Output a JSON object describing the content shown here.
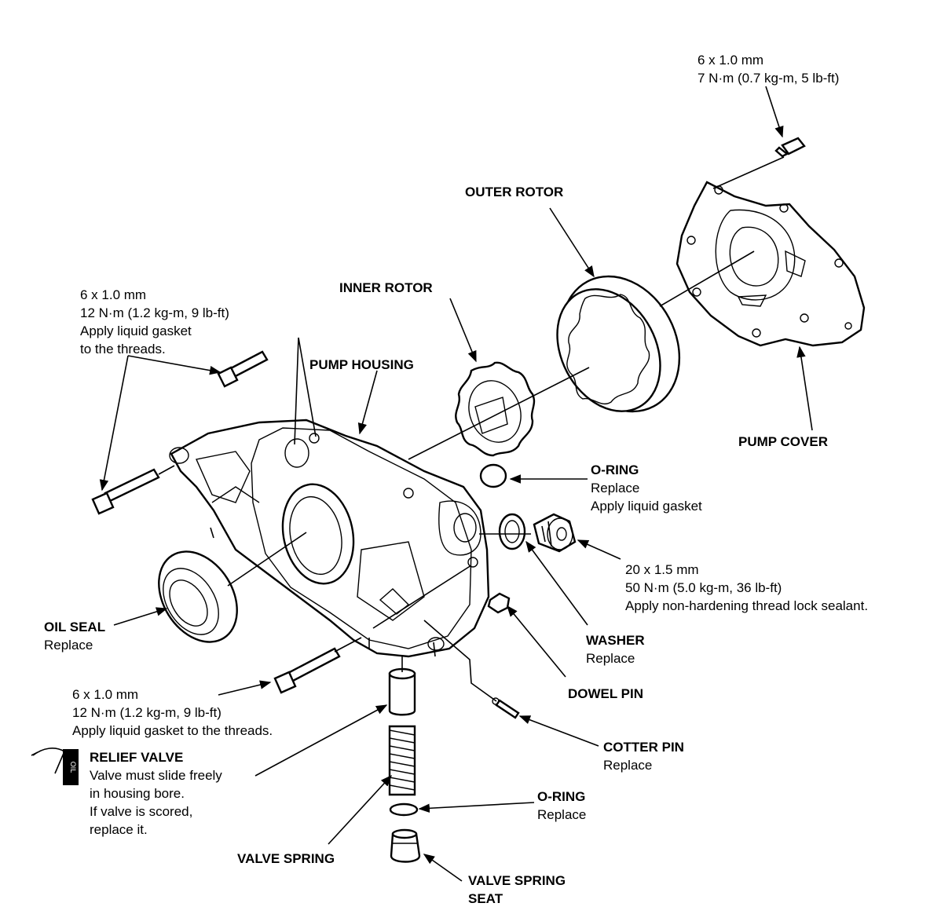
{
  "callouts": {
    "cover_bolt": {
      "lines": [
        "6 x 1.0 mm",
        "7 N·m (0.7 kg-m, 5 lb-ft)"
      ]
    },
    "outer_rotor": {
      "title": "OUTER ROTOR"
    },
    "inner_rotor": {
      "title": "INNER ROTOR"
    },
    "housing_bolt_upper": {
      "lines": [
        "6 x 1.0 mm",
        "12 N·m (1.2 kg-m, 9 lb-ft)",
        "Apply liquid gasket",
        "to the threads."
      ]
    },
    "pump_housing": {
      "title": "PUMP HOUSING"
    },
    "pump_cover": {
      "title": "PUMP COVER"
    },
    "o_ring_upper": {
      "title": "O-RING",
      "notes": [
        "Replace",
        "Apply liquid gasket"
      ]
    },
    "relief_plug": {
      "lines": [
        "20 x 1.5 mm",
        "50 N·m (5.0 kg-m, 36 lb-ft)",
        "Apply non-hardening thread lock sealant."
      ]
    },
    "oil_seal": {
      "title": "OIL SEAL",
      "notes": [
        "Replace"
      ]
    },
    "washer": {
      "title": "WASHER",
      "notes": [
        "Replace"
      ]
    },
    "dowel_pin": {
      "title": "DOWEL PIN"
    },
    "housing_bolt_lower": {
      "lines": [
        "6 x 1.0 mm",
        "12 N·m (1.2 kg-m, 9 lb-ft)",
        "Apply liquid gasket to the threads."
      ]
    },
    "cotter_pin": {
      "title": "COTTER PIN",
      "notes": [
        "Replace"
      ]
    },
    "relief_valve": {
      "title": "RELIEF VALVE",
      "notes": [
        "Valve must slide freely",
        "in housing bore.",
        "If valve is scored,",
        "replace it."
      ]
    },
    "o_ring_lower": {
      "title": "O-RING",
      "notes": [
        "Replace"
      ]
    },
    "valve_spring": {
      "title": "VALVE SPRING"
    },
    "valve_spring_seat": {
      "title": "VALVE SPRING",
      "title2": "SEAT"
    }
  },
  "oil_can_icon": {
    "name": "oil-can-icon",
    "text": "OIL"
  }
}
